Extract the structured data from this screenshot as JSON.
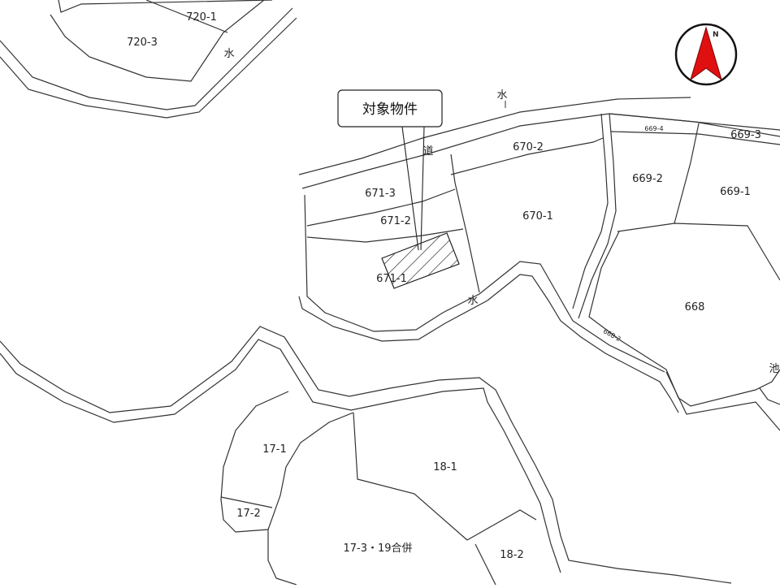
{
  "callout": {
    "text": "対象物件"
  },
  "compass": {
    "label": "N",
    "color": "#e01010"
  },
  "parcels": {
    "p720_1": "720-1",
    "p720_3": "720-3",
    "p670_2": "670-2",
    "p670_1": "670-1",
    "p671_3": "671-3",
    "p671_2": "671-2",
    "p671_1": "671-1",
    "p669_4": "669-4",
    "p669_3": "669-3",
    "p669_2": "669-2",
    "p669_1": "669-1",
    "p668": "668",
    "p668_2": "668-2",
    "p17_1": "17-1",
    "p17_2": "17-2",
    "p17_3": "17-3・19合併",
    "p18_1": "18-1",
    "p18_2": "18-2"
  },
  "features": {
    "water_1": "水",
    "water_2": "水",
    "water_3": "水",
    "road": "道",
    "pond": "池"
  }
}
